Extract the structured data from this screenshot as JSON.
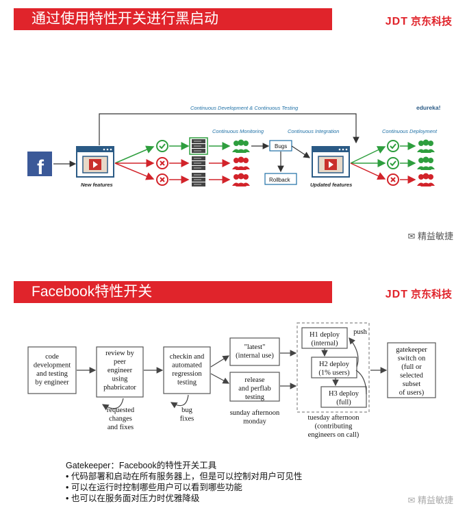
{
  "slide1": {
    "title": "通过使用特性开关进行黑启动",
    "brand_jdt": "JDT",
    "brand_cn": "京东科技",
    "diagram": {
      "top_label": "Continuous Development & Continuous Testing",
      "watermark_brand": "edureka!",
      "monitoring_label": "Continuous Monitoring",
      "integration_label": "Continuous Integration",
      "deployment_label": "Continuous Deployment",
      "bugs_label": "Bugs",
      "rollback_label": "Rollback",
      "new_features_label": "New features",
      "updated_features_label": "Updated features"
    },
    "wechat_label": "精益敏捷"
  },
  "slide2": {
    "title": "Facebook特性开关",
    "brand_jdt": "JDT",
    "brand_cn": "京东科技",
    "flow": {
      "code_dev": [
        "code",
        "development",
        "and testing",
        "by engineer"
      ],
      "review": [
        "review by",
        "peer",
        "engineer",
        "using",
        "phabricator"
      ],
      "checkin": [
        "checkin and",
        "automated",
        "regression",
        "testing"
      ],
      "latest": [
        "\"latest\"",
        "(internal use)"
      ],
      "release": [
        "release",
        "and perflab",
        "testing"
      ],
      "h1": [
        "H1 deploy",
        "(internal)"
      ],
      "h2": [
        "H2 deploy",
        "(1% users)"
      ],
      "h3": [
        "H3 deploy",
        "(full)"
      ],
      "push": "push",
      "gatekeeper": [
        "gatekeeper",
        "switch on",
        "(full or",
        "selected",
        "subset",
        "of users)"
      ],
      "requested": [
        "requested",
        "changes",
        "and fixes"
      ],
      "bug_fixes": [
        "bug",
        "fixes"
      ],
      "sunday": [
        "sunday afternoon",
        "monday"
      ],
      "tuesday": [
        "tuesday afternoon",
        "(contributing",
        "engineers on call)"
      ]
    },
    "caption": {
      "heading": "Gatekeeper：Facebook的特性开关工具",
      "bullets": [
        "• 代码部署和启动在所有服务器上，但是可以控制对用户可见性",
        "• 可以在运行时控制哪些用户可以看到哪些功能",
        "• 也可以在服务面对压力时优雅降级"
      ]
    }
  },
  "colors": {
    "brand_red": "#e0242b",
    "diagram_blue": "#1d6fa5",
    "ok_green": "#2e9e3e",
    "fail_red": "#d2232a",
    "window_blue": "#2a5a85"
  }
}
